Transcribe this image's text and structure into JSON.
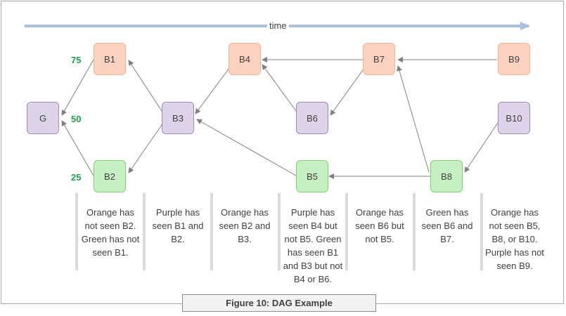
{
  "time_label": "time",
  "caption": "Figure 10: DAG Example",
  "nodes": {
    "G": "G",
    "B1": "B1",
    "B2": "B2",
    "B3": "B3",
    "B4": "B4",
    "B5": "B5",
    "B6": "B6",
    "B7": "B7",
    "B8": "B8",
    "B9": "B9",
    "B10": "B10"
  },
  "weights": {
    "w75": "75",
    "w50": "50",
    "w25": "25"
  },
  "notes": [
    "Orange has not seen B2. Green has not seen B1.",
    "Purple has seen B1 and B2.",
    "Orange has seen B2 and B3.",
    "Purple has seen B4 but not B5. Green has seen B1 and B3 but not B4 or B6.",
    "Orange has seen B6 but not B5.",
    "Green has seen B6 and B7.",
    "Orange has not seen B5, B8, or B10. Purple has not seen B9."
  ],
  "colors": {
    "orange_fill": "#fbd2bf",
    "purple_fill": "#ddd4ea",
    "green_fill": "#c6efc4",
    "arrow": "#7f7f7f",
    "timeline": "#a9bfdf",
    "weight_text": "#1fa14a"
  }
}
